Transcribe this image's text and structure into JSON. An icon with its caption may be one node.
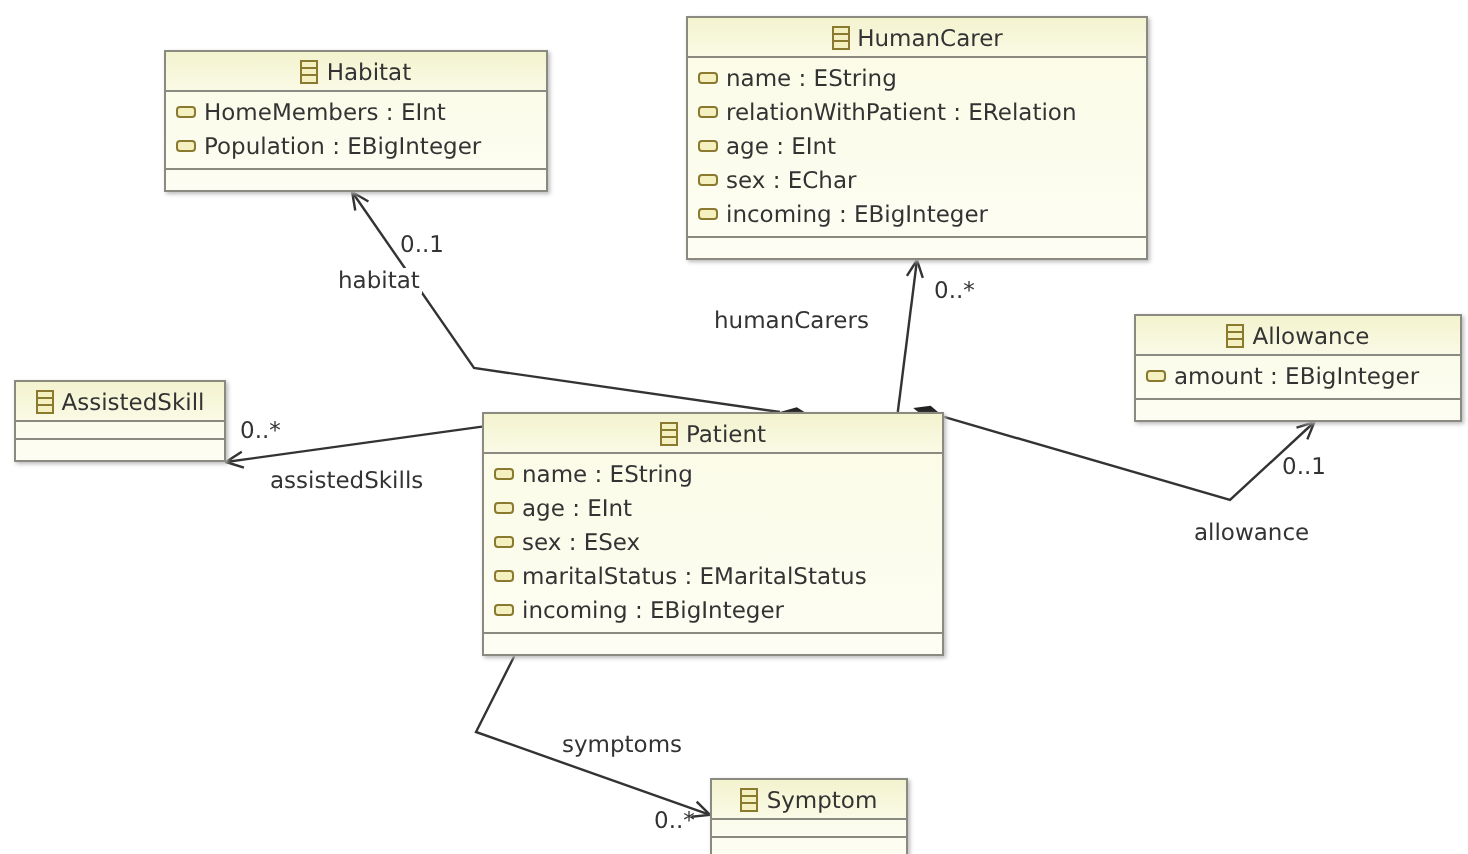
{
  "diagram": {
    "nodes": [
      {
        "text": [
          "Habitat",
          "HomeMembers : EInt",
          "Population : EBigInteger"
        ]
      },
      {
        "text": [
          "HumanCarer",
          "name : EString",
          "relationWithPatient : ERelation",
          "age : EInt",
          "sex : EChar",
          "incoming : EBigInteger"
        ]
      },
      {
        "text": [
          "Allowance",
          "amount : EBigInteger"
        ]
      },
      {
        "text": [
          "AssistedSkill"
        ]
      },
      {
        "text": [
          "Patient",
          "name : EString",
          "age : EInt",
          "sex : ESex",
          "maritalStatus : EMaritalStatus",
          "incoming : EBigInteger"
        ]
      },
      {
        "text": [
          "Symptom"
        ]
      }
    ],
    "edges": [
      {
        "from": 4,
        "to": 0,
        "arrow": "to",
        "label": "habitat"
      },
      {
        "from": 4,
        "to": 1,
        "arrow": "to",
        "label": "humanCarers"
      },
      {
        "from": 4,
        "to": 2,
        "arrow": "to",
        "label": "allowance"
      },
      {
        "from": 4,
        "to": 3,
        "arrow": "to",
        "label": "assistedSkills"
      },
      {
        "from": 4,
        "to": 5,
        "arrow": "to",
        "label": "symptoms"
      }
    ],
    "labels": [
      "0..1",
      "0..*",
      "0..*",
      "0..1",
      "0..*"
    ]
  }
}
